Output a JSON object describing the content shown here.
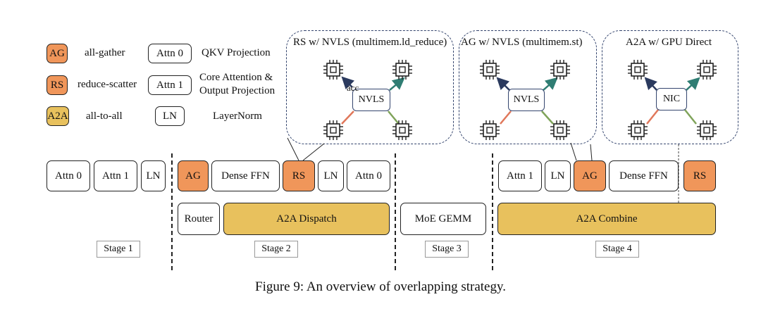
{
  "legend": {
    "ag_tag": "AG",
    "ag_desc": "all-gather",
    "rs_tag": "RS",
    "rs_desc": "reduce-scatter",
    "a2a_tag": "A2A",
    "a2a_desc": "all-to-all",
    "attn0_tag": "Attn 0",
    "attn0_desc": "QKV Projection",
    "attn1_tag": "Attn 1",
    "attn1_desc_line1": "Core Attention &",
    "attn1_desc_line2": "Output Projection",
    "ln_tag": "LN",
    "ln_desc": "LayerNorm"
  },
  "panels": {
    "rs": {
      "title": "RS w/ NVLS (multimem.ld_reduce)",
      "hub": "NVLS",
      "acc": "acc"
    },
    "ag": {
      "title": "AG w/ NVLS (multimem.st)",
      "hub": "NVLS"
    },
    "a2a": {
      "title": "A2A w/ GPU Direct",
      "hub": "NIC"
    }
  },
  "row1": {
    "attn0": "Attn 0",
    "attn1": "Attn 1",
    "ln": "LN",
    "ag": "AG",
    "dense_ffn": "Dense FFN",
    "rs": "RS",
    "ln2": "LN",
    "attn0_b": "Attn 0",
    "attn1_b": "Attn 1",
    "ln3": "LN",
    "ag2": "AG",
    "dense_ffn2": "Dense FFN",
    "rs2": "RS"
  },
  "row2": {
    "router": "Router",
    "a2a_dispatch": "A2A Dispatch",
    "moe_gemm": "MoE GEMM",
    "a2a_combine": "A2A Combine"
  },
  "stages": {
    "s1": "Stage 1",
    "s2": "Stage 2",
    "s3": "Stage 3",
    "s4": "Stage 4"
  },
  "caption": "Figure 9:  An overview of overlapping strategy.",
  "colors": {
    "orange": "#f0965a",
    "yellow": "#e8c15d",
    "navy": "#34456e",
    "teal": "#2f7d73",
    "green": "#7fa35a",
    "coral": "#e0775a"
  },
  "icons": {
    "chip": "gpu-chip-icon"
  }
}
